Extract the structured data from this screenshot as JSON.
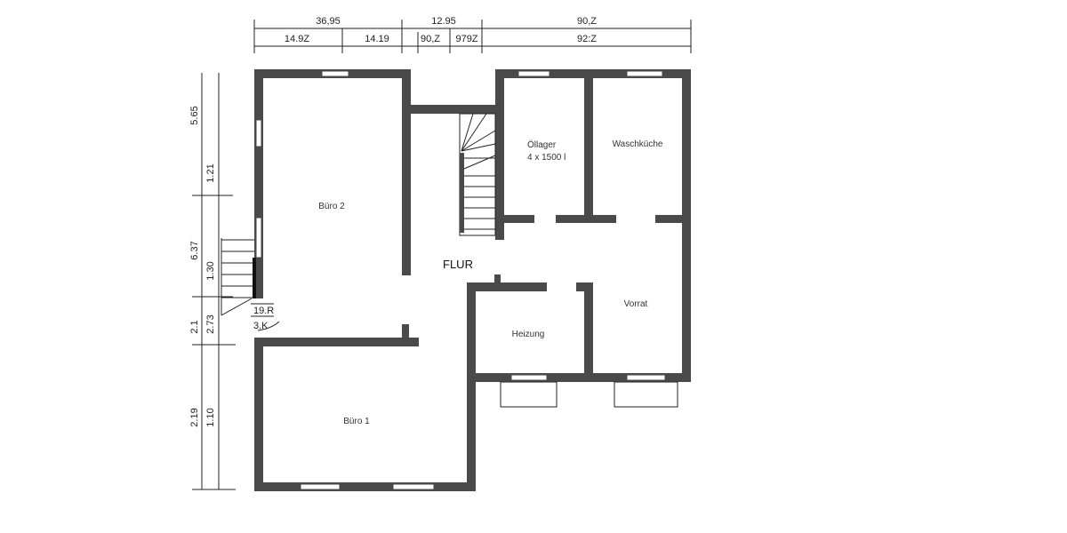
{
  "rooms": {
    "buero2": "Büro 2",
    "buero1": "Büro 1",
    "flur": "FLUR",
    "oellager": "Öllager",
    "oellager_note": "4 x 1500 l",
    "waschkueche": "Waschküche",
    "heizung": "Heizung",
    "vorrat": "Vorrat"
  },
  "dimensions": {
    "top_row1": [
      "36,95",
      "12.95",
      "90,Z"
    ],
    "top_row2": [
      "14.9Z",
      "14.19",
      "90,Z",
      "979Z",
      "92:Z"
    ],
    "left_outer": [
      "5.65",
      "6.37",
      "2.1",
      "2.19"
    ],
    "left_inner": [
      "1.21",
      "1.30",
      "2.73",
      "1.10"
    ],
    "stair_labels": [
      "19.R",
      "3.K"
    ]
  },
  "colors": {
    "wall": "#4a4a4a",
    "background": "#ffffff"
  }
}
